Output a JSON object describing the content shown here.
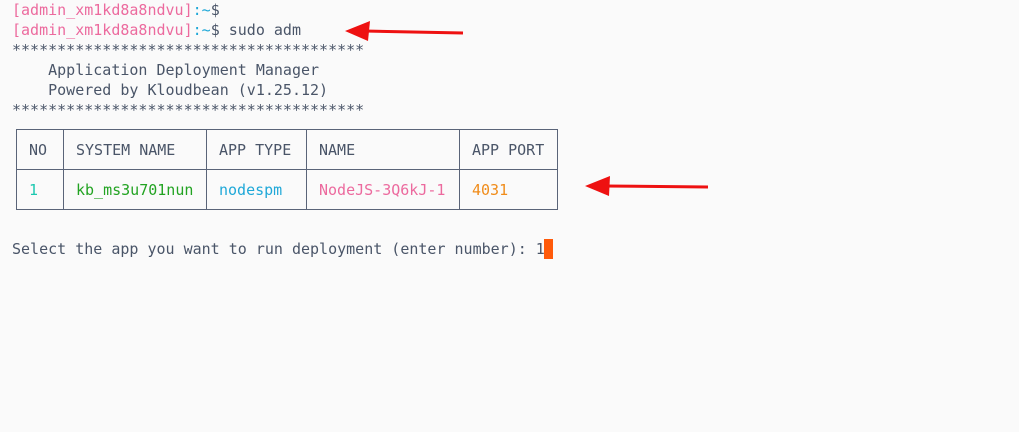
{
  "terminal": {
    "prompt_user": "[admin_xm1kd8a8ndvu]",
    "prompt_sep": ":",
    "prompt_path": "~",
    "prompt_symbol": "$",
    "command": " sudo adm",
    "banner_border": "***************************************",
    "banner_title": "    Application Deployment Manager",
    "banner_subtitle": "    Powered by Kloudbean (v1.25.12)",
    "table": {
      "headers": [
        "NO",
        "SYSTEM NAME",
        "APP TYPE",
        "NAME",
        "APP PORT"
      ],
      "rows": [
        [
          "1",
          "kb_ms3u701nun",
          "nodespm",
          "NodeJS-3Q6kJ-1",
          "4031"
        ]
      ]
    },
    "input_prompt": "Select the app you want to run deployment (enter number): ",
    "input_value": "1"
  },
  "colors": {
    "prompt_user": "#ec6a9e",
    "path": "#1fa8d8",
    "cursor": "#ff5a0a",
    "arrow": "#ee1111"
  },
  "annotations": [
    {
      "icon": "red-arrow-left"
    },
    {
      "icon": "red-arrow-left"
    }
  ]
}
